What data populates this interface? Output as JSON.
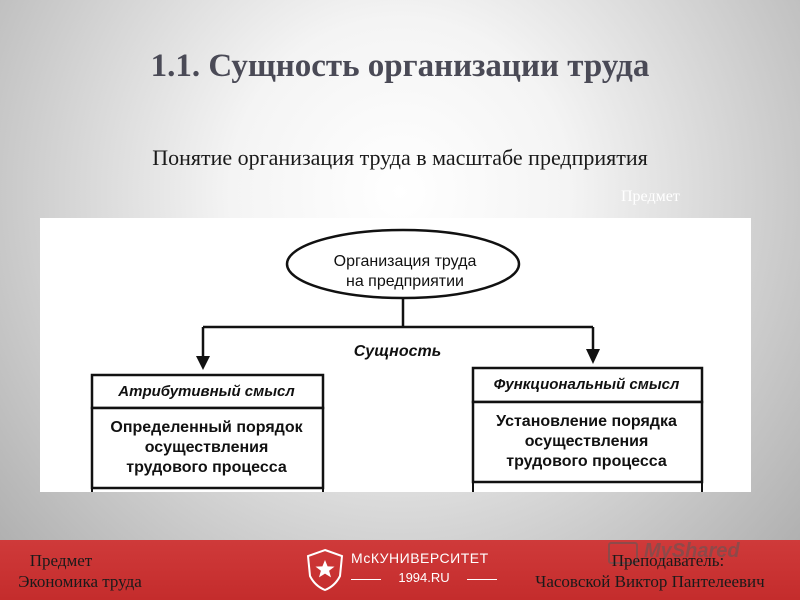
{
  "slide": {
    "title": "1.1. Сущность организации труда",
    "subtitle": "Понятие организация труда в масштабе предприятия",
    "ghost_label": "Предмет"
  },
  "diagram": {
    "root": "Организация труда\nна предприятии",
    "connector_label": "Сущность",
    "left": {
      "header": "Атрибутивный смысл",
      "body": "Определенный порядок\nосуществления\nтрудового процесса"
    },
    "right": {
      "header": "Функциональный смысл",
      "body": "Установление порядка\nосуществления\nтрудового процесса"
    }
  },
  "footer": {
    "left_line1": "Предмет",
    "left_line2": "Экономика труда",
    "logo_name": "МсКУНИВЕРСИТЕТ",
    "logo_sub": "1994.RU",
    "right_line1": "Преподаватель:",
    "right_line2": "Часовской Виктор  Пантелеевич",
    "watermark": "MyShared",
    "background_color": "#c9302c"
  }
}
